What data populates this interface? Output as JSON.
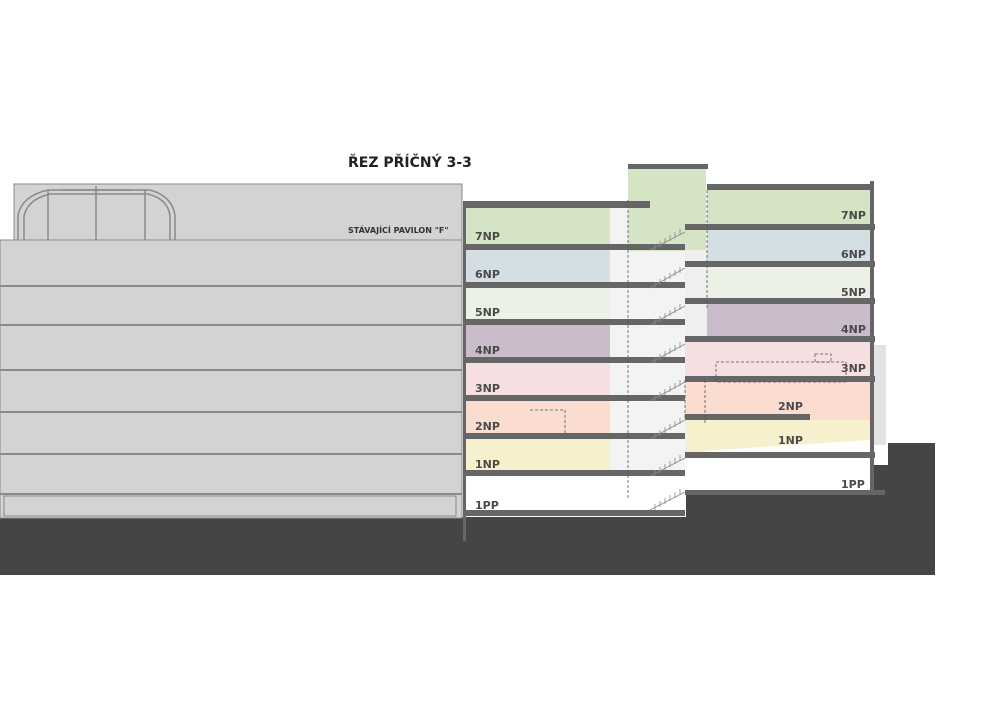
{
  "title": "ŘEZ PŘÍČNÝ 3-3",
  "existing_building_label": "STÁVAJÍCÍ PAVILON \"F\"",
  "left_floor_labels": [
    "7NP",
    "6NP",
    "5NP",
    "4NP",
    "3NP",
    "2NP",
    "1NP",
    "1PP"
  ],
  "right_floor_labels": [
    "7NP",
    "6NP",
    "5NP",
    "4NP",
    "3NP",
    "2NP",
    "1NP",
    "1PP"
  ],
  "colors": {
    "floor_7": "#d4e4c5",
    "floor_6": "#d3dfe3",
    "floor_5": "#ecf1e5",
    "floor_4": "#cbbccb",
    "floor_3": "#f5dfe0",
    "floor_2": "#fadcd1",
    "floor_1": "#f7f0cc",
    "slab": "#666666",
    "ground": "#454545",
    "existing_fill": "#d3d3d3"
  }
}
